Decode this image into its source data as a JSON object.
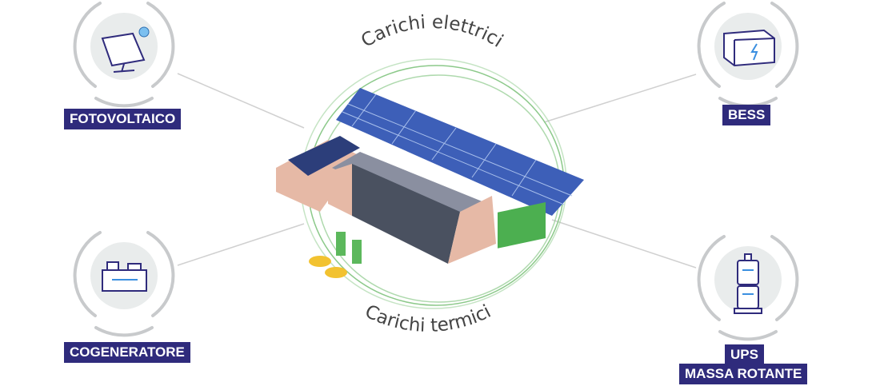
{
  "center": {
    "top_label": "Carichi elettrici",
    "bottom_label": "Carichi termici"
  },
  "nodes": [
    {
      "label": "FOTOVOLTAICO",
      "icon": "solar-panel-icon"
    },
    {
      "label": "BESS",
      "icon": "battery-container-icon"
    },
    {
      "label": "COGENERATORE",
      "icon": "cogenerator-icon"
    },
    {
      "label_line1": "UPS",
      "label_line2": "MASSA ROTANTE",
      "icon": "ups-flywheel-icon"
    }
  ],
  "colors": {
    "label_bg": "#2f2b7c",
    "ring": "#c8cacc",
    "icon_bg": "#e9ecec",
    "swirl": "#8cc98a"
  }
}
